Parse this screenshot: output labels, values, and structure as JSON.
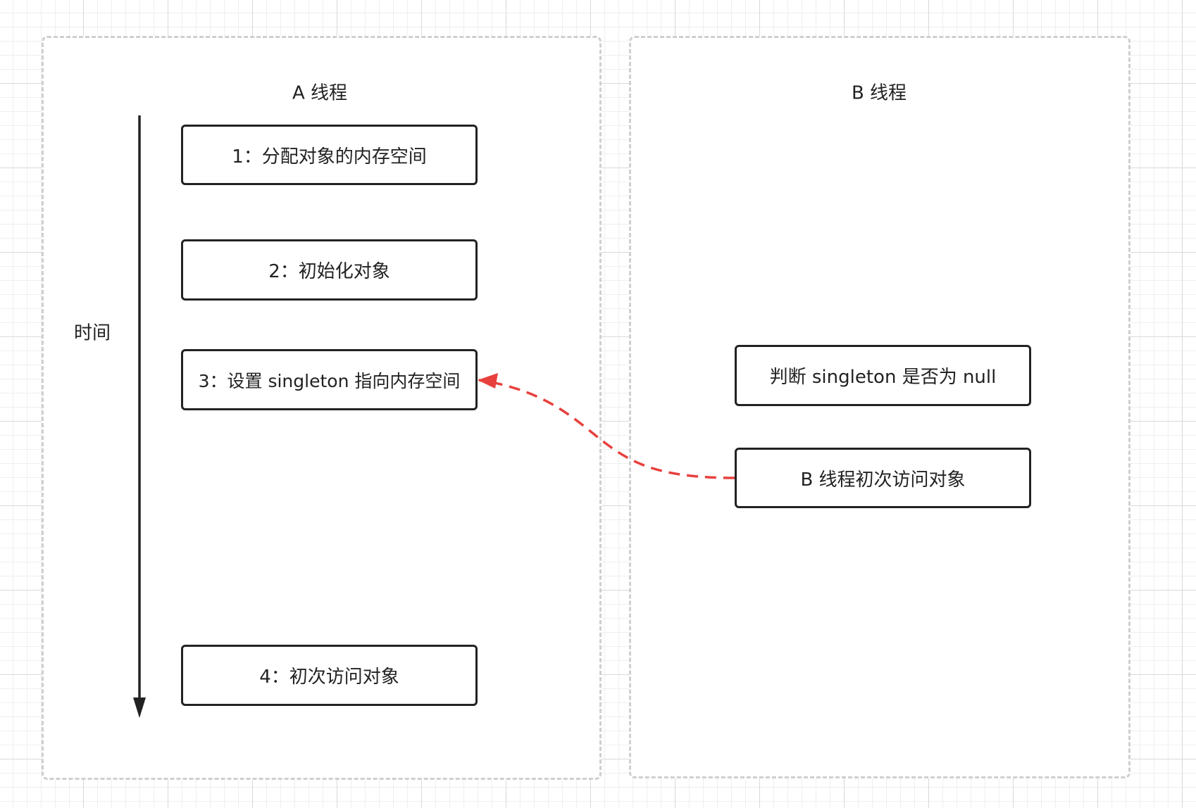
{
  "lanes": {
    "a_title": "A 线程",
    "b_title": "B 线程"
  },
  "time_axis": {
    "label": "时间"
  },
  "thread_a_steps": [
    "1：分配对象的内存空间",
    "2：初始化对象",
    "3：设置 singleton 指向内存空间",
    "4：初次访问对象"
  ],
  "thread_b_steps": [
    "判断 singleton 是否为 null",
    "B 线程初次访问对象"
  ],
  "colors": {
    "box_border": "#222222",
    "lane_border": "#cfcfcf",
    "arrow": "#e8403d",
    "grid": "#d9d9d9"
  }
}
